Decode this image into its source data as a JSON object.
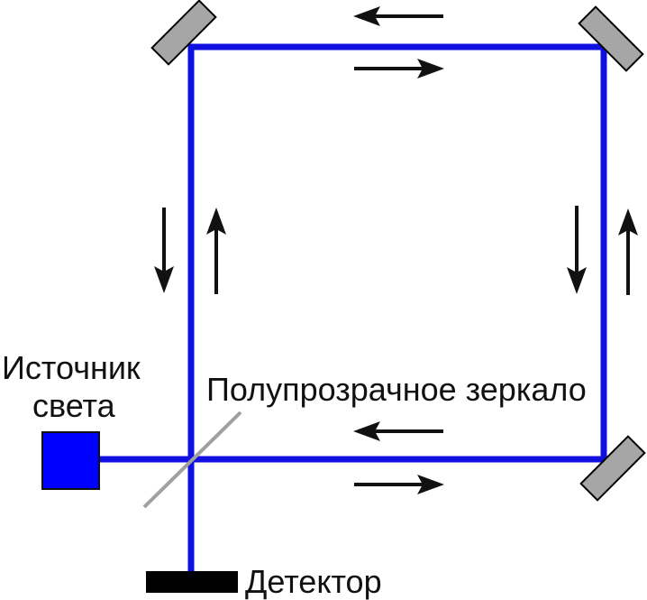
{
  "labels": {
    "source_line1": "Источник",
    "source_line2": "света",
    "beam_splitter": "Полупрозрачное зеркало",
    "detector": "Детектор"
  },
  "colors": {
    "beam": "#1010e0",
    "source": "#0000ff",
    "mirror_fill": "#a6a6a6",
    "mirror_stroke": "#000000",
    "splitter": "#a0a0a0",
    "arrow": "#111111",
    "detector": "#000000"
  }
}
